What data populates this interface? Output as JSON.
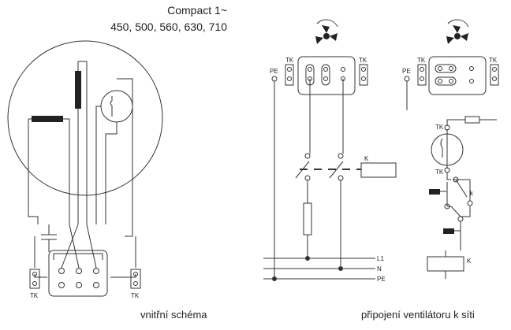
{
  "header": {
    "title": "Compact 1~",
    "sizes": "450, 500, 560, 630, 710"
  },
  "captions": {
    "left": "vnitřní schéma",
    "right": "připojení ventilátoru k síti"
  },
  "labels": {
    "tk": "TK",
    "pe": "PE",
    "k": "K",
    "k_small": "k",
    "l1": "L1",
    "n": "N",
    "pe_line": "PE"
  }
}
